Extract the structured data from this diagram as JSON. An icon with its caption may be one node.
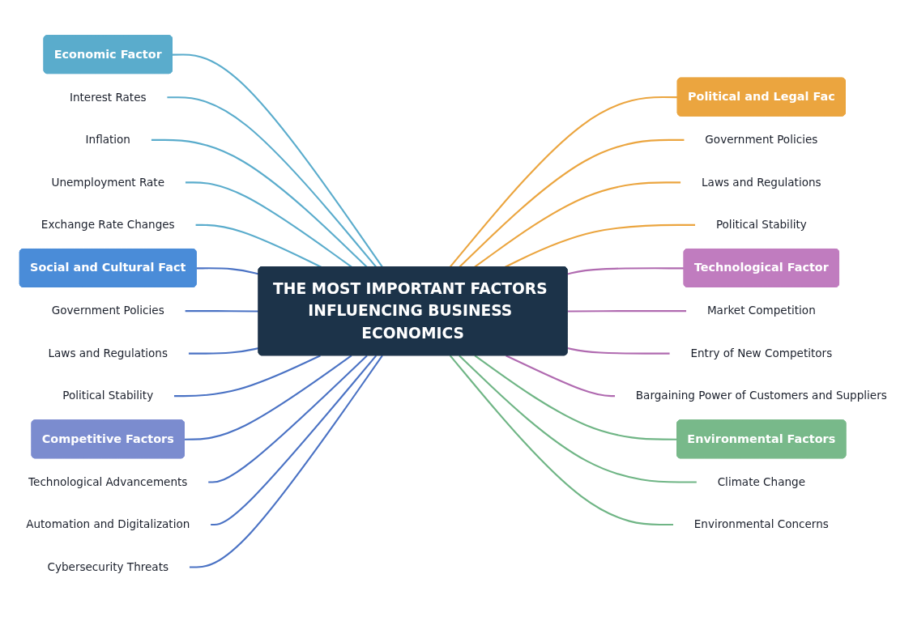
{
  "diagram": {
    "nodes": [
      {
        "text": [
          "THE MOST IMPORTANT FACTORS INFLUENCING BUSINESS ECONOMICS"
        ]
      },
      {
        "text": [
          "Economic Factor"
        ]
      },
      {
        "text": [
          "Interest Rates"
        ]
      },
      {
        "text": [
          "Inflation"
        ]
      },
      {
        "text": [
          "Unemployment Rate"
        ]
      },
      {
        "text": [
          "Exchange Rate Changes"
        ]
      },
      {
        "text": [
          "Political and Legal Fac"
        ]
      },
      {
        "text": [
          "Government Policies"
        ]
      },
      {
        "text": [
          "Laws and Regulations"
        ]
      },
      {
        "text": [
          "Political Stability"
        ]
      },
      {
        "text": [
          "Social and Cultural Fact"
        ]
      },
      {
        "text": [
          "Government Policies"
        ]
      },
      {
        "text": [
          "Laws and Regulations"
        ]
      },
      {
        "text": [
          "Political Stability"
        ]
      },
      {
        "text": [
          "Technological Factor"
        ]
      },
      {
        "text": [
          "Market Competition"
        ]
      },
      {
        "text": [
          "Entry of New Competitors"
        ]
      },
      {
        "text": [
          "Bargaining Power of Customers and Suppliers"
        ]
      },
      {
        "text": [
          "Competitive Factors"
        ]
      },
      {
        "text": [
          "Technological Advancements"
        ]
      },
      {
        "text": [
          "Automation and Digitalization"
        ]
      },
      {
        "text": [
          "Cybersecurity Threats"
        ]
      },
      {
        "text": [
          "Environmental Factors"
        ]
      },
      {
        "text": [
          "Climate Change"
        ]
      },
      {
        "text": [
          "Environmental Concerns"
        ]
      }
    ],
    "edges": [
      {
        "from": 1,
        "to": 0,
        "arrow": "none",
        "color": "#5aaccc"
      },
      {
        "from": 2,
        "to": 0,
        "arrow": "none",
        "color": "#5aaccc"
      },
      {
        "from": 3,
        "to": 0,
        "arrow": "none",
        "color": "#5aaccc"
      },
      {
        "from": 4,
        "to": 0,
        "arrow": "none",
        "color": "#5aaccc"
      },
      {
        "from": 5,
        "to": 0,
        "arrow": "none",
        "color": "#5aaccc"
      },
      {
        "from": 0,
        "to": 6,
        "arrow": "none",
        "color": "#eba53f"
      },
      {
        "from": 0,
        "to": 7,
        "arrow": "none",
        "color": "#eba53f"
      },
      {
        "from": 0,
        "to": 8,
        "arrow": "none",
        "color": "#eba53f"
      },
      {
        "from": 0,
        "to": 9,
        "arrow": "none",
        "color": "#eba53f"
      },
      {
        "from": 10,
        "to": 0,
        "arrow": "none",
        "color": "#4a72c4"
      },
      {
        "from": 11,
        "to": 0,
        "arrow": "none",
        "color": "#4a72c4"
      },
      {
        "from": 12,
        "to": 0,
        "arrow": "none",
        "color": "#4a72c4"
      },
      {
        "from": 13,
        "to": 0,
        "arrow": "none",
        "color": "#4a72c4"
      },
      {
        "from": 0,
        "to": 14,
        "arrow": "none",
        "color": "#b06ab0"
      },
      {
        "from": 0,
        "to": 15,
        "arrow": "none",
        "color": "#b06ab0"
      },
      {
        "from": 0,
        "to": 16,
        "arrow": "none",
        "color": "#b06ab0"
      },
      {
        "from": 0,
        "to": 17,
        "arrow": "none",
        "color": "#b06ab0"
      },
      {
        "from": 18,
        "to": 0,
        "arrow": "none",
        "color": "#4a72c4"
      },
      {
        "from": 19,
        "to": 0,
        "arrow": "none",
        "color": "#4a72c4"
      },
      {
        "from": 20,
        "to": 0,
        "arrow": "none",
        "color": "#4a72c4"
      },
      {
        "from": 21,
        "to": 0,
        "arrow": "none",
        "color": "#4a72c4"
      },
      {
        "from": 0,
        "to": 22,
        "arrow": "none",
        "color": "#6fb585"
      },
      {
        "from": 0,
        "to": 23,
        "arrow": "none",
        "color": "#6fb585"
      },
      {
        "from": 0,
        "to": 24,
        "arrow": "none",
        "color": "#6fb585"
      }
    ]
  }
}
